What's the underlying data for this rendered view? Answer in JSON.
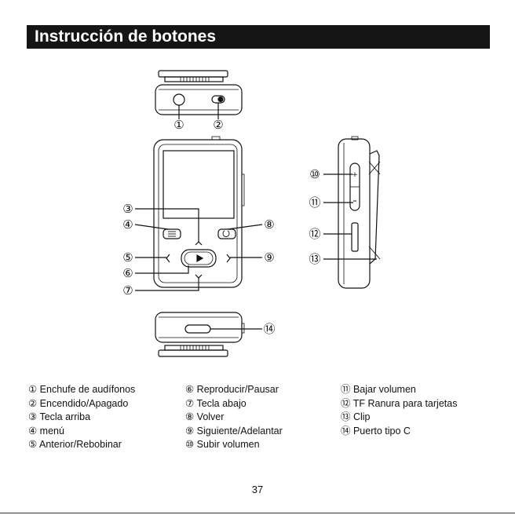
{
  "header": {
    "title": "Instrucción de botones"
  },
  "callouts": {
    "c1": "①",
    "c2": "②",
    "c3": "③",
    "c4": "④",
    "c5": "⑤",
    "c6": "⑥",
    "c7": "⑦",
    "c8": "⑧",
    "c9": "⑨",
    "c10": "⑩",
    "c11": "⑪",
    "c12": "⑫",
    "c13": "⑬",
    "c14": "⑭"
  },
  "legend": {
    "col1": [
      "① Enchufe de audífonos",
      "② Encendido/Apagado",
      "③ Tecla arriba",
      "④ menú",
      "⑤ Anterior/Rebobinar"
    ],
    "col2": [
      "⑥ Reproducir/Pausar",
      "⑦ Tecla abajo",
      "⑧ Volver",
      "⑨ Siguiente/Adelantar",
      "⑩ Subir volumen"
    ],
    "col3": [
      "⑪ Bajar volumen",
      "⑫ TF Ranura para tarjetas",
      "⑬ Clip",
      "⑭ Puerto tipo C"
    ]
  },
  "footer": {
    "page_number": "37"
  }
}
